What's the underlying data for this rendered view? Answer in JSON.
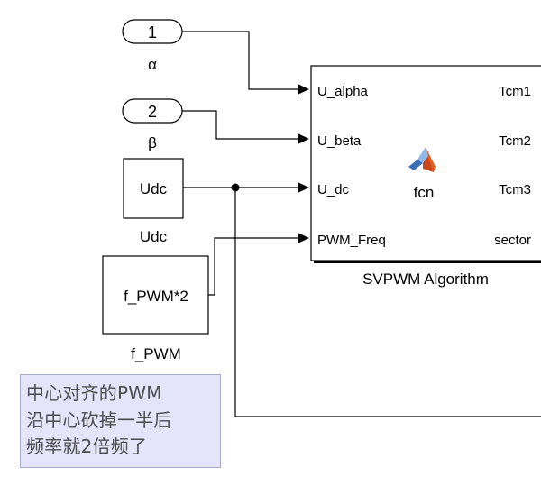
{
  "inports": [
    {
      "number": "1",
      "label": "α"
    },
    {
      "number": "2",
      "label": "β"
    }
  ],
  "constants": [
    {
      "value": "Udc",
      "label": "Udc"
    },
    {
      "value": "f_PWM*2",
      "label": "f_PWM"
    }
  ],
  "subsystem": {
    "name": "SVPWM Algorithm",
    "function_name": "fcn",
    "icon": "matlab-logo-icon",
    "inputs": [
      "U_alpha",
      "U_beta",
      "U_dc",
      "PWM_Freq"
    ],
    "outputs": [
      "Tcm1",
      "Tcm2",
      "Tcm3",
      "sector"
    ]
  },
  "annotation": {
    "lines": [
      "中心对齐的PWM",
      "沿中心砍掉一半后",
      "频率就2倍频了"
    ]
  },
  "colors": {
    "annotation_bg": "#e4e4fb",
    "annotation_text": "#4d4d4d",
    "logo_orange": "#e35f1b",
    "logo_blue": "#3b6fb6"
  }
}
